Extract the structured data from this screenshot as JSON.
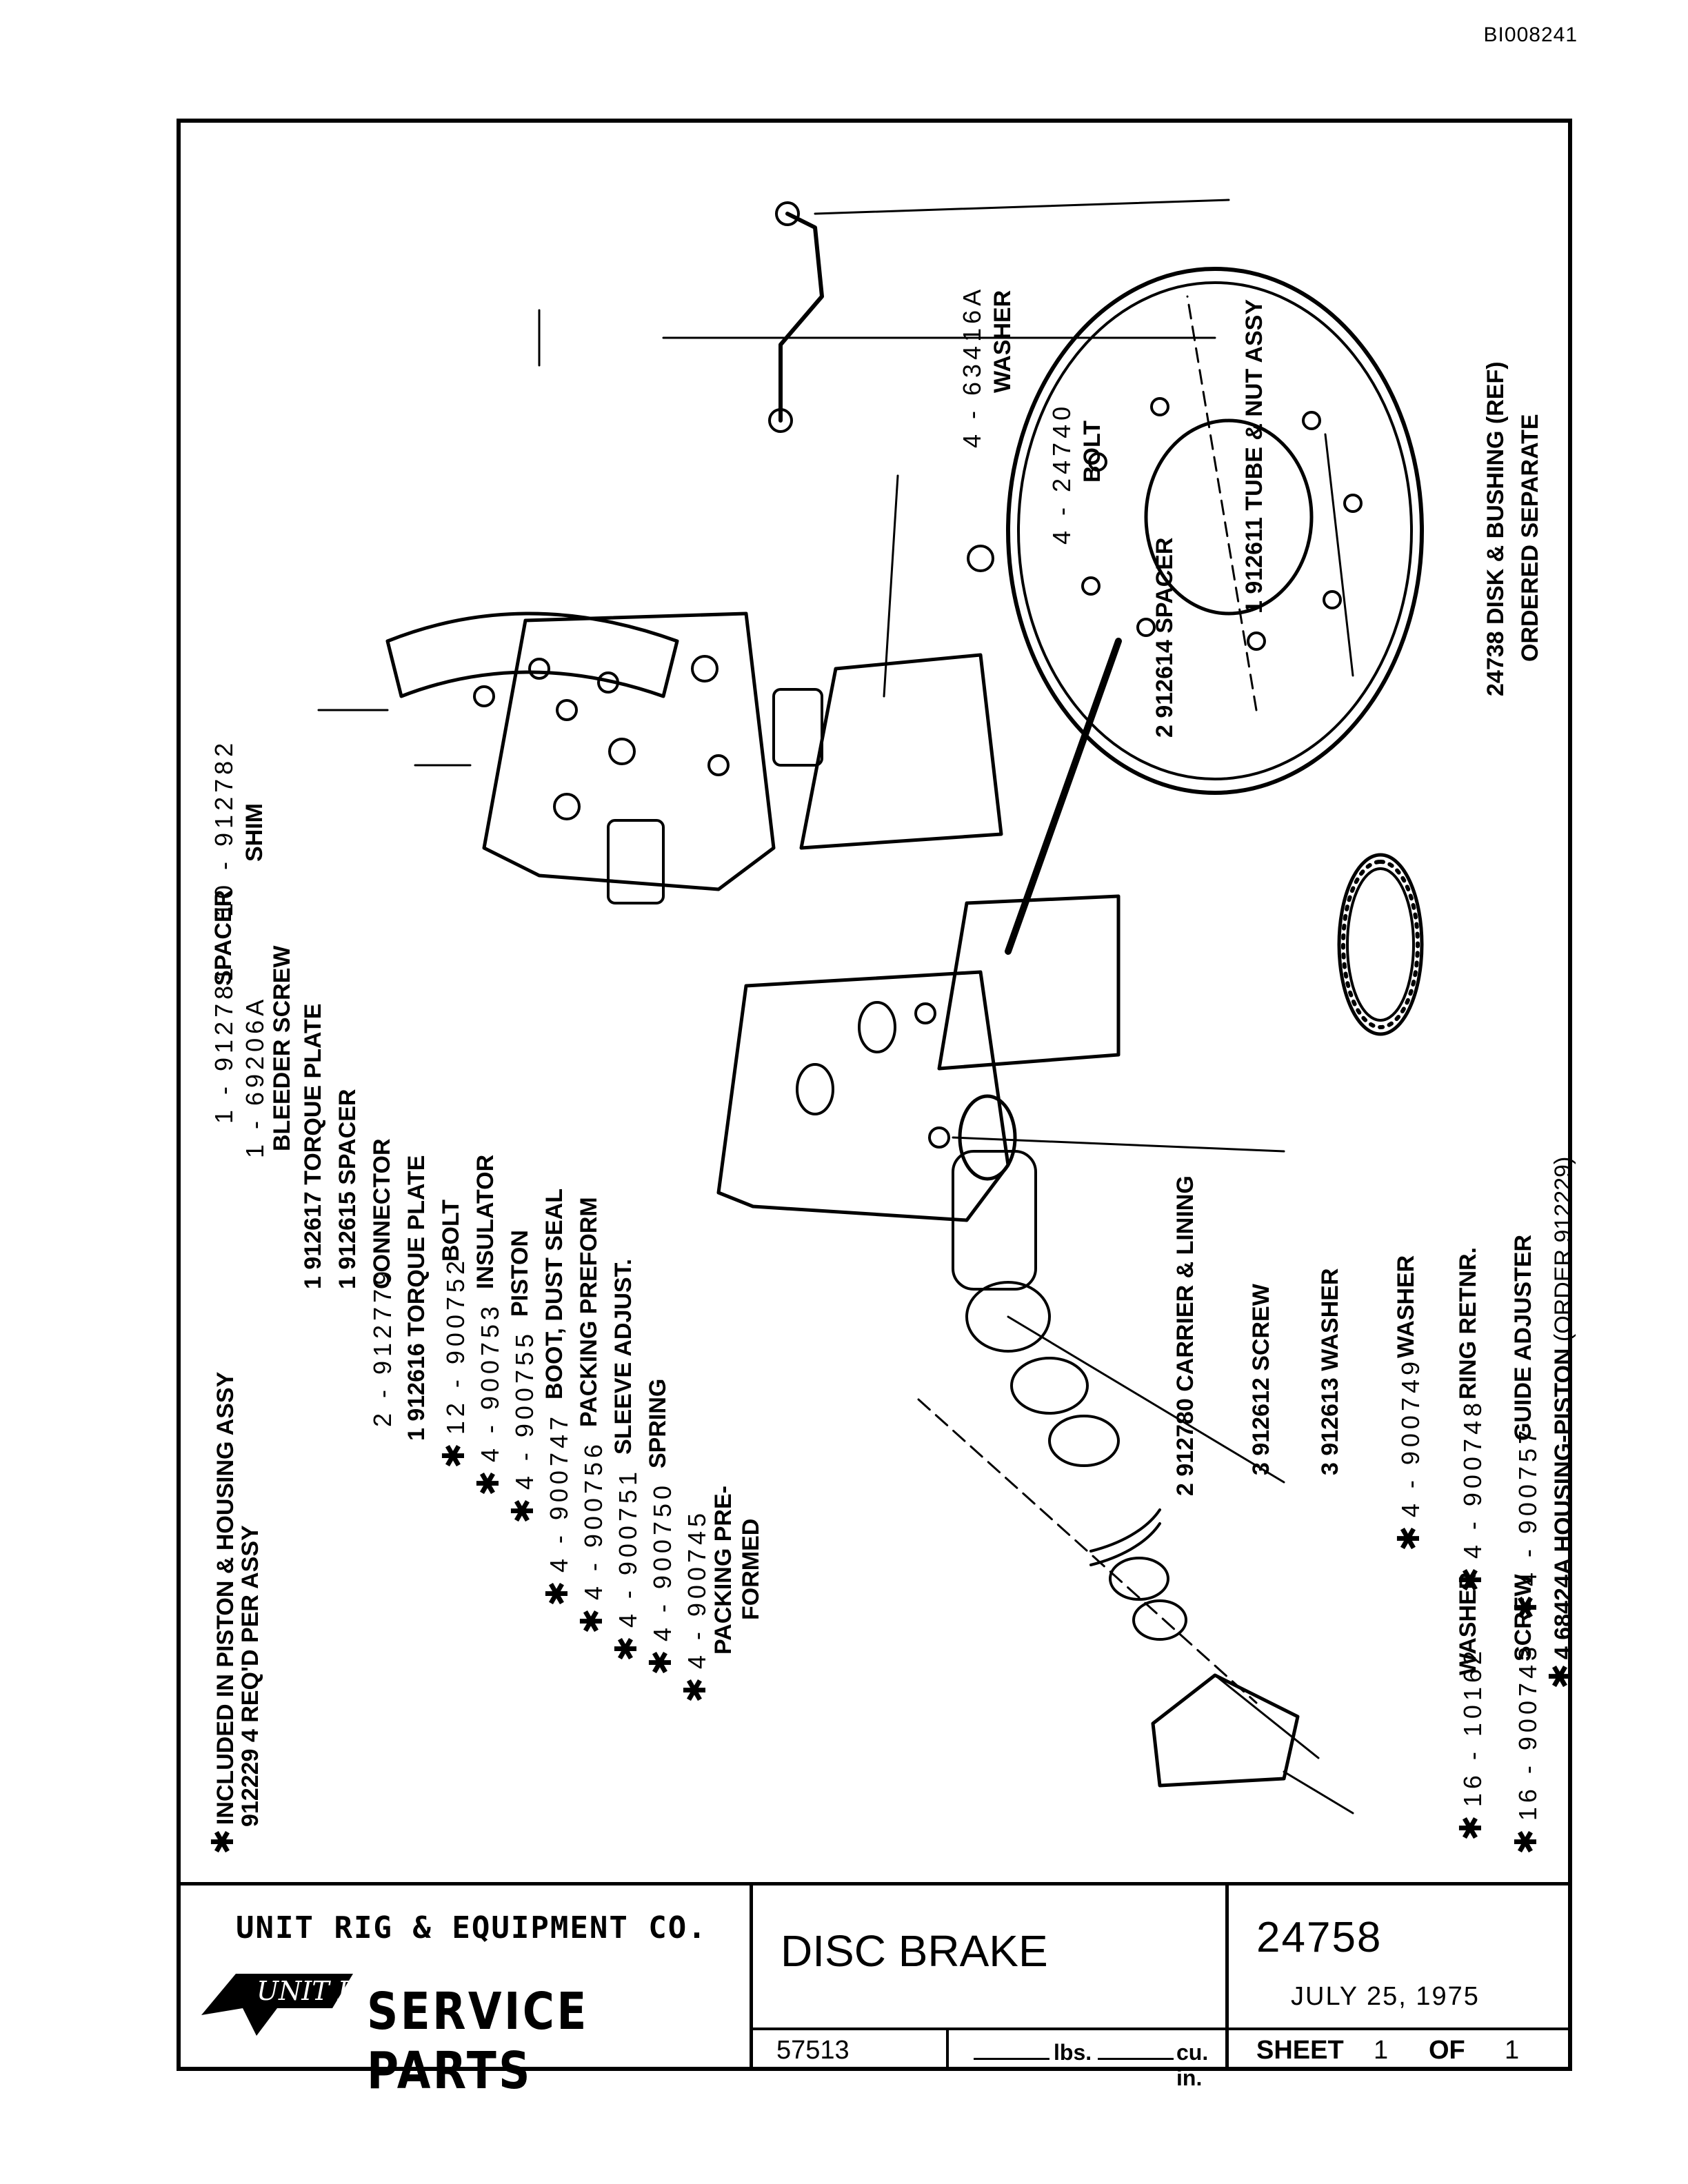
{
  "doc_id": "BI008241",
  "labels": {
    "included_note_line1": "INCLUDED IN PISTON & HOUSING ASSY",
    "included_note_line2": "912229    4 REQ'D PER ASSY",
    "l01": "10 - 912782",
    "l01b": "SHIM",
    "l02": "1 - 912781",
    "l02b": "SPACER",
    "l03": "1 - 69206A",
    "l03b": "BLEEDER SCREW",
    "l04": "1 912617 TORQUE PLATE",
    "l05": "1 912615 SPACER",
    "l06": "2 - 912779",
    "l06b": "CONNECTOR",
    "l07": "1 912616 TORQUE PLATE",
    "l08": "12 - 900752",
    "l08b": "BOLT",
    "l09": "4 - 900753",
    "l09b": "INSULATOR",
    "l10": "4 - 900755",
    "l10b": "PISTON",
    "l11": "4 - 900747",
    "l11b": "BOOT, DUST SEAL",
    "l12": "4 - 900756",
    "l12b": "PACKING PREFORM",
    "l13": "4 - 900751",
    "l13b": "SLEEVE ADJUST.",
    "l14": "4 - 900750",
    "l14b": "SPRING",
    "l15": "4 - 900745",
    "l15b": "PACKING PRE-",
    "l15c": "FORMED",
    "r01": "4 - 63416A",
    "r01b": "WASHER",
    "r02": "4 - 24740",
    "r02b": "BOLT",
    "r03": "1 912611 TUBE & NUT ASSY",
    "r04": "2 912614 SPACER",
    "r05": "24738  DISK & BUSHING (REF)",
    "r05b": "ORDERED SEPARATE",
    "r06": "2 912780 CARRIER & LINING",
    "r07": "3 912612  SCREW",
    "r08": "3 912613 WASHER",
    "r09": "4 - 900749",
    "r09b": "WASHER",
    "r10": "4 - 900748",
    "r10b": "RING RETNR.",
    "r11": "4 - 900757",
    "r11b": "GUIDE ADJUSTER",
    "r12": "4 68424A  HOUSING-PISTON",
    "r12b": "(ORDER 912229)",
    "r13": "16 - 10162",
    "r13b": "WASHER",
    "r14": "16 - 900743",
    "r14b": "SCREW"
  },
  "title_block": {
    "company": "UNIT RIG & EQUIPMENT CO.",
    "logo_text": "UNIT RIG",
    "service": "SERVICE PARTS",
    "part_name": "DISC BRAKE",
    "code": "57513",
    "lbs_unit": "lbs.",
    "cu_unit": "cu. in.",
    "drawing_no": "24758",
    "date": "JULY 25, 1975",
    "sheet_label": "SHEET",
    "sheet_no": "1",
    "of_label": "OF",
    "sheet_total": "1"
  }
}
